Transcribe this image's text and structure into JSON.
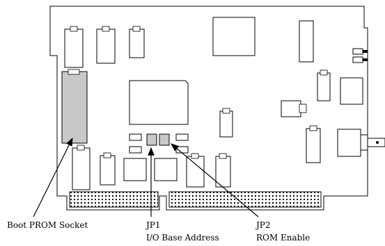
{
  "diagram": {
    "labels": {
      "boot_prom": "Boot PROM Socket",
      "jp1_name": "JP1",
      "jp1_desc": "I/O Base Address",
      "jp2_name": "JP2",
      "jp2_desc": "ROM Enable"
    },
    "colors": {
      "board_fill": "#ffffff",
      "line": "#000000",
      "highlight": "#c8c8c8"
    }
  }
}
